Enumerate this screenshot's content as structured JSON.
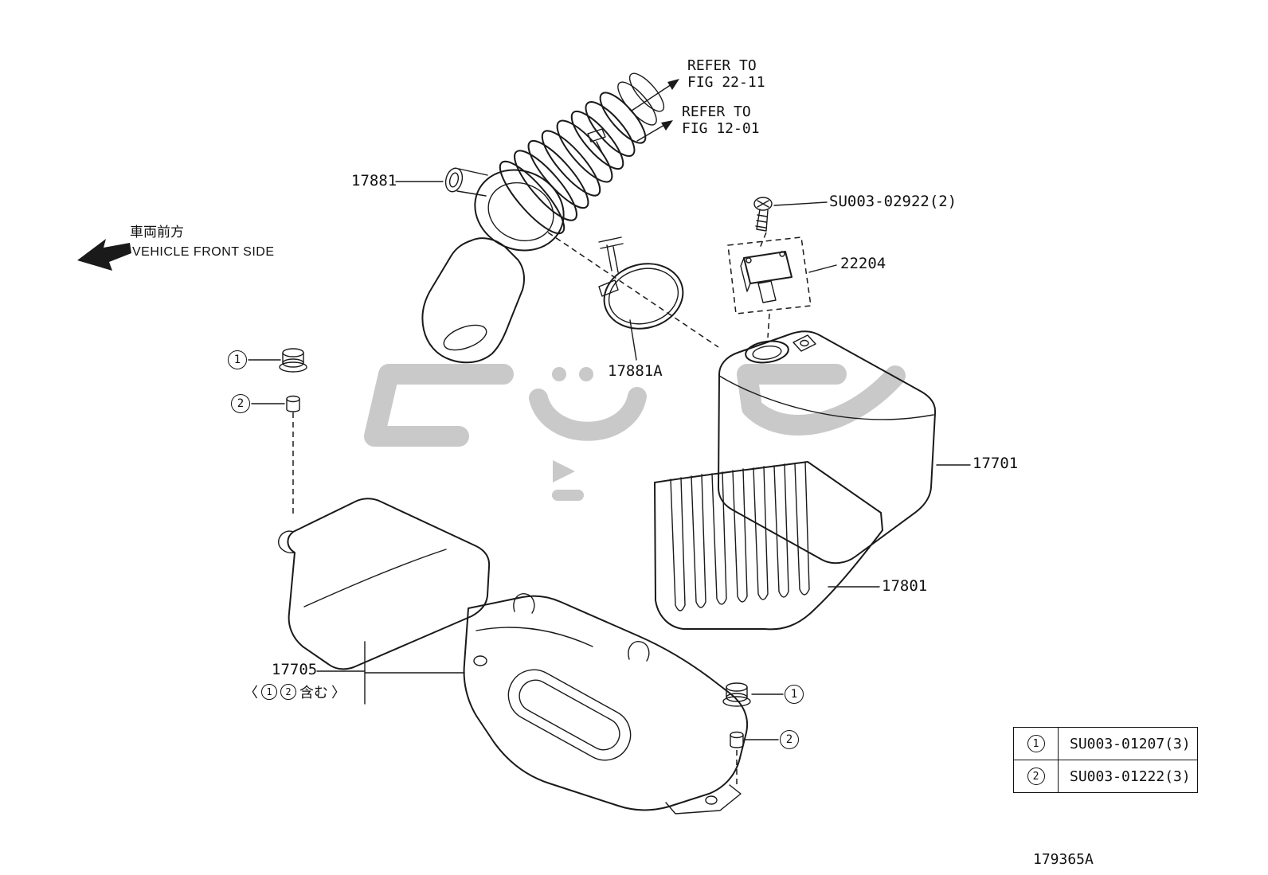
{
  "figure": {
    "id": "179365A",
    "refs": [
      {
        "line1": "REFER TO",
        "line2": "FIG 22-11"
      },
      {
        "line1": "REFER TO",
        "line2": "FIG 12-01"
      }
    ],
    "direction": {
      "jp": "車両前方",
      "en": "VEHICLE FRONT SIDE"
    },
    "parts": {
      "hose": "17881",
      "screw": "SU003-02922(2)",
      "sensor": "22204",
      "clamp": "17881A",
      "cap": "17701",
      "element": "17801",
      "case": "17705"
    },
    "includes_note": {
      "open": "〈",
      "callouts": [
        "1",
        "2"
      ],
      "text": "含む",
      "close": "〉"
    },
    "callouts": {
      "one": "1",
      "two": "2"
    },
    "legend": {
      "rows": [
        {
          "num": "1",
          "code": "SU003-01207(3)"
        },
        {
          "num": "2",
          "code": "SU003-01222(3)"
        }
      ]
    }
  }
}
